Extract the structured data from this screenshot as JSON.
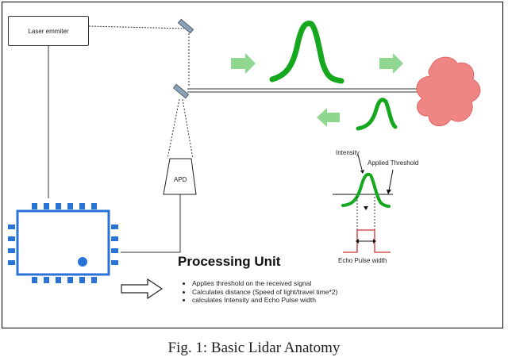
{
  "emitter": {
    "label": "Laser emmiter"
  },
  "detector": {
    "label": "APD"
  },
  "processing": {
    "title": "Processing Unit",
    "bullets": [
      "Applies threshold on the received signal",
      "Calculates distance (Speed of light/travel time*2)",
      "calculates Intensity and Echo Pulse width"
    ]
  },
  "waveform": {
    "intensity_label": "Intensity",
    "threshold_label": "Applied Threshold",
    "pulse_width_label": "Echo Pulse width"
  },
  "caption": "Fig. 1:  Basic Lidar Anatomy",
  "colors": {
    "pulse_green": "#15a81f",
    "arrow_green": "#8fd68f",
    "chip_blue": "#2a73d6",
    "target_red": "#f08585",
    "pulse_red": "#d23030"
  }
}
